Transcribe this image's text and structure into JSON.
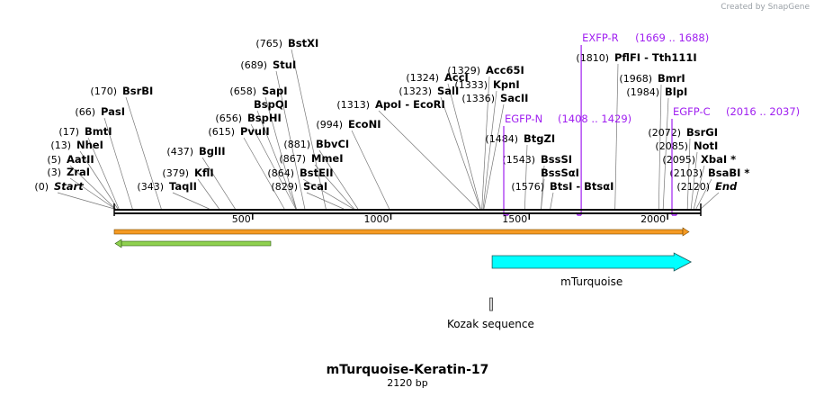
{
  "credit": "Created by SnapGene",
  "map": {
    "title": "mTurquoise-Keratin-17",
    "length_label": "2120 bp",
    "total_bp": 2120,
    "ticks": [
      {
        "bp": 500,
        "label": "500"
      },
      {
        "bp": 1000,
        "label": "1000"
      },
      {
        "bp": 1500,
        "label": "1500"
      },
      {
        "bp": 2000,
        "label": "2000"
      }
    ]
  },
  "sites": [
    {
      "name": "Start",
      "pos": "(0)",
      "bp": 0,
      "italic": true
    },
    {
      "name": "ZraI",
      "pos": "(3)",
      "bp": 3
    },
    {
      "name": "AatII",
      "pos": "(5)",
      "bp": 5
    },
    {
      "name": "NheI",
      "pos": "(13)",
      "bp": 13
    },
    {
      "name": "BmtI",
      "pos": "(17)",
      "bp": 17
    },
    {
      "name": "PasI",
      "pos": "(66)",
      "bp": 66
    },
    {
      "name": "BsrBI",
      "pos": "(170)",
      "bp": 170
    },
    {
      "name": "TaqII",
      "pos": "(343)",
      "bp": 343
    },
    {
      "name": "KflI",
      "pos": "(379)",
      "bp": 379
    },
    {
      "name": "BglII",
      "pos": "(437)",
      "bp": 437
    },
    {
      "name": "PvuII",
      "pos": "(615)",
      "bp": 615
    },
    {
      "name": "BspHI",
      "pos": "(656)",
      "bp": 656
    },
    {
      "name": "SapI",
      "pos": "(658)",
      "bp": 658
    },
    {
      "name": "BspQI",
      "pos": "",
      "bp": 658
    },
    {
      "name": "StuI",
      "pos": "(689)",
      "bp": 689
    },
    {
      "name": "BstXI",
      "pos": "(765)",
      "bp": 765
    },
    {
      "name": "ScaI",
      "pos": "(829)",
      "bp": 829
    },
    {
      "name": "BstEII",
      "pos": "(864)",
      "bp": 864
    },
    {
      "name": "MmeI",
      "pos": "(867)",
      "bp": 867
    },
    {
      "name": "BbvCI",
      "pos": "(881)",
      "bp": 881
    },
    {
      "name": "EcoNI",
      "pos": "(994)",
      "bp": 994
    },
    {
      "name": "ApoI - EcoRI",
      "pos": "(1313)",
      "bp": 1313
    },
    {
      "name": "SalI",
      "pos": "(1323)",
      "bp": 1323
    },
    {
      "name": "AccI",
      "pos": "(1324)",
      "bp": 1324
    },
    {
      "name": "Acc65I",
      "pos": "(1329)",
      "bp": 1329
    },
    {
      "name": "KpnI",
      "pos": "(1333)",
      "bp": 1333
    },
    {
      "name": "SacII",
      "pos": "(1336)",
      "bp": 1336
    },
    {
      "name": "BtgZI",
      "pos": "(1484)",
      "bp": 1484
    },
    {
      "name": "BssSI",
      "pos": "(1543)",
      "bp": 1543
    },
    {
      "name": "BssSαI",
      "pos": "",
      "bp": 1543
    },
    {
      "name": "BtsI - BtsαI",
      "pos": "(1576)",
      "bp": 1576
    },
    {
      "name": "PflFI - Tth111I",
      "pos": "(1810)",
      "bp": 1810
    },
    {
      "name": "BmrI",
      "pos": "(1968)",
      "bp": 1968
    },
    {
      "name": "BlpI",
      "pos": "(1984)",
      "bp": 1984
    },
    {
      "name": "BsrGI",
      "pos": "(2072)",
      "bp": 2072
    },
    {
      "name": "NotI",
      "pos": "(2085)",
      "bp": 2085
    },
    {
      "name": "XbaI *",
      "pos": "(2095)",
      "bp": 2095
    },
    {
      "name": "BsaBI *",
      "pos": "(2103)",
      "bp": 2103
    },
    {
      "name": "End",
      "pos": "(2120)",
      "bp": 2120,
      "italic": true
    }
  ],
  "primers": [
    {
      "name": "EXFP-R",
      "range": "(1669 .. 1688)",
      "start": 1669,
      "end": 1688,
      "direction": "reverse"
    },
    {
      "name": "EGFP-N",
      "range": "(1408 .. 1429)",
      "start": 1408,
      "end": 1429,
      "direction": "forward"
    },
    {
      "name": "EGFP-C",
      "range": "(2016 .. 2037)",
      "start": 2016,
      "end": 2037,
      "direction": "forward"
    }
  ],
  "features": [
    {
      "name": "mTurquoise",
      "start": 1366,
      "end": 2085,
      "color": "#00ffff"
    },
    {
      "name": "Kozak sequence",
      "start": 1356,
      "end": 1365,
      "color": "#d9d9d9"
    }
  ],
  "colors": {
    "primer": "#a020f0",
    "orange_bar": "#f59a23",
    "green_bar": "#8fd14f",
    "feature": "#00ffff",
    "backbone": "#000000"
  }
}
